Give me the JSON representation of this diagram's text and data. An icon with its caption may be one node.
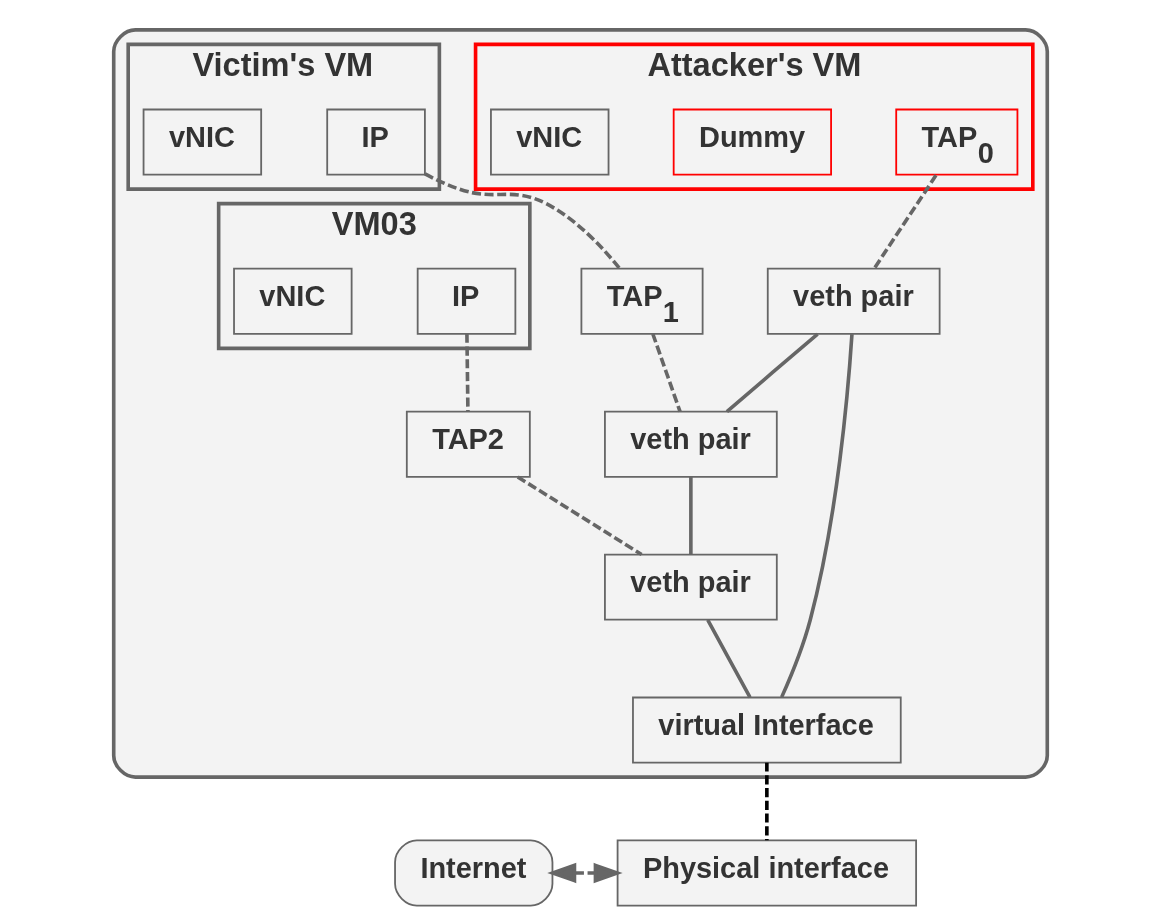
{
  "diagram": {
    "nodes": [
      {
        "text": [],
        "shape": "box"
      },
      {
        "text": [
          "Attacker's VM"
        ],
        "in": 0
      },
      {
        "text": [
          "vNIC"
        ],
        "in": 1
      },
      {
        "text": [
          "Dummy"
        ],
        "in": 1
      },
      {
        "text": [
          "TAP$_{0}$"
        ],
        "in": 1
      },
      {
        "text": [
          "Victim's VM"
        ],
        "in": 0
      },
      {
        "text": [
          "vNIC"
        ],
        "in": 5
      },
      {
        "text": [
          "IP"
        ],
        "in": 5
      },
      {
        "text": [
          "VM03"
        ],
        "in": 0
      },
      {
        "text": [
          "vNIC"
        ],
        "in": 8
      },
      {
        "text": [
          "IP"
        ],
        "in": 8
      },
      {
        "text": [
          "TAP$_{1}$"
        ],
        "in": 0
      },
      {
        "text": [
          "TAP2"
        ],
        "in": 0
      },
      {
        "text": [
          "veth pair"
        ],
        "in": 0
      },
      {
        "text": [
          "veth pair"
        ],
        "in": 0
      },
      {
        "text": [
          "veth pair"
        ],
        "in": 0
      },
      {
        "text": [
          "virtual Interface"
        ],
        "in": 0
      },
      {
        "text": [
          "Physical interface"
        ]
      },
      {
        "text": [
          "Internet"
        ]
      }
    ],
    "edges": [
      {
        "from": 4,
        "to": 13,
        "arrow": "none",
        "style": "dashed"
      },
      {
        "from": 7,
        "to": 11,
        "arrow": "none",
        "style": "dashed"
      },
      {
        "from": 11,
        "to": 14,
        "arrow": "none",
        "style": "dashed"
      },
      {
        "from": 10,
        "to": 12,
        "arrow": "none",
        "style": "dashed"
      },
      {
        "from": 12,
        "to": 15,
        "arrow": "none",
        "style": "dashed"
      },
      {
        "from": 13,
        "to": 14,
        "arrow": "none"
      },
      {
        "from": 14,
        "to": 15,
        "arrow": "none"
      },
      {
        "from": 13,
        "to": 16,
        "arrow": "none"
      },
      {
        "from": 15,
        "to": 16,
        "arrow": "none"
      },
      {
        "from": 16,
        "to": 17,
        "arrow": "none",
        "style": "dashed",
        "color": "#000000"
      },
      {
        "from": 18,
        "to": 17,
        "arrow": "both",
        "style": "dashed"
      }
    ]
  }
}
